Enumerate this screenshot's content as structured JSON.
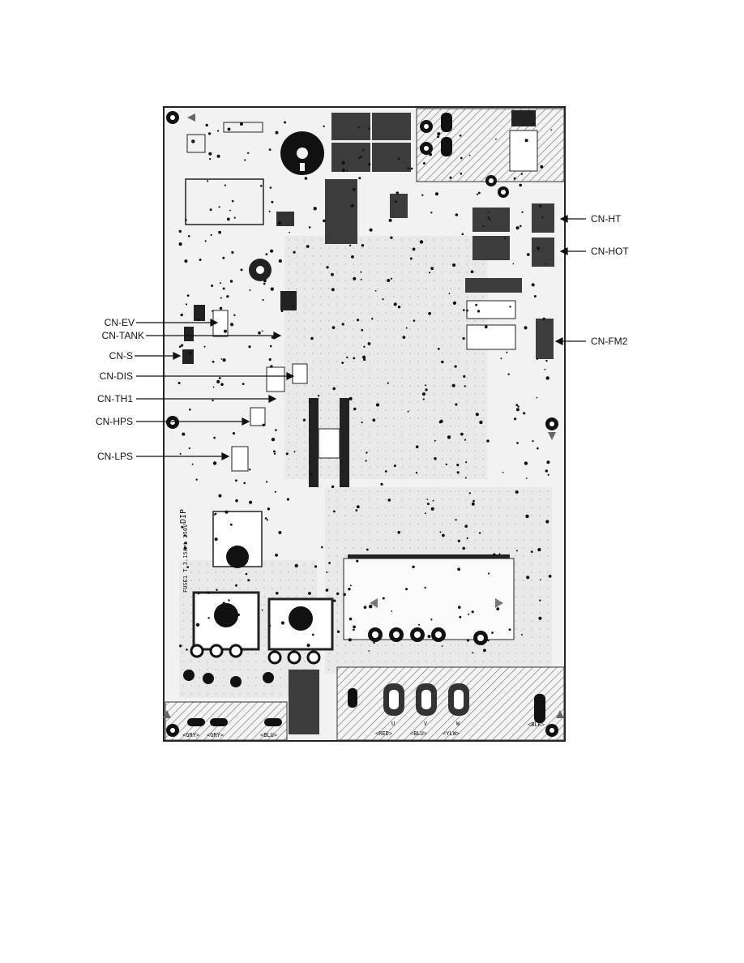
{
  "diagram": {
    "callouts_left": [
      {
        "key": "cn_ev",
        "label": "CN-EV"
      },
      {
        "key": "cn_tank",
        "label": "CN-TANK"
      },
      {
        "key": "cn_s",
        "label": "CN-S"
      },
      {
        "key": "cn_dis",
        "label": "CN-DIS"
      },
      {
        "key": "cn_th1",
        "label": "CN-TH1"
      },
      {
        "key": "cn_hps",
        "label": "CN-HPS"
      },
      {
        "key": "cn_lps",
        "label": "CN-LPS"
      }
    ],
    "callouts_right": [
      {
        "key": "cn_ht",
        "label": "CN-HT"
      },
      {
        "key": "cn_hot",
        "label": "CN-HOT"
      },
      {
        "key": "cn_fm2",
        "label": "CN-FM2"
      }
    ],
    "board_silkscreen": {
      "output_labels": [
        "<RED>",
        "<BLU>",
        "<YLW>",
        "<BLK>"
      ],
      "phase_labels": [
        "U",
        "V",
        "W"
      ],
      "bottom_left_labels": [
        "<GRY>",
        "<GRY>",
        "<BLU>"
      ],
      "fuse_label": "FUSE1 T 3.15A L 250V",
      "dip_label": "DIP"
    }
  },
  "colors": {
    "board": "#f2f2f2",
    "trace": "#b9b9b9",
    "ink": "#111111",
    "relay": "#3c3c3c",
    "arrow": "#666666"
  }
}
